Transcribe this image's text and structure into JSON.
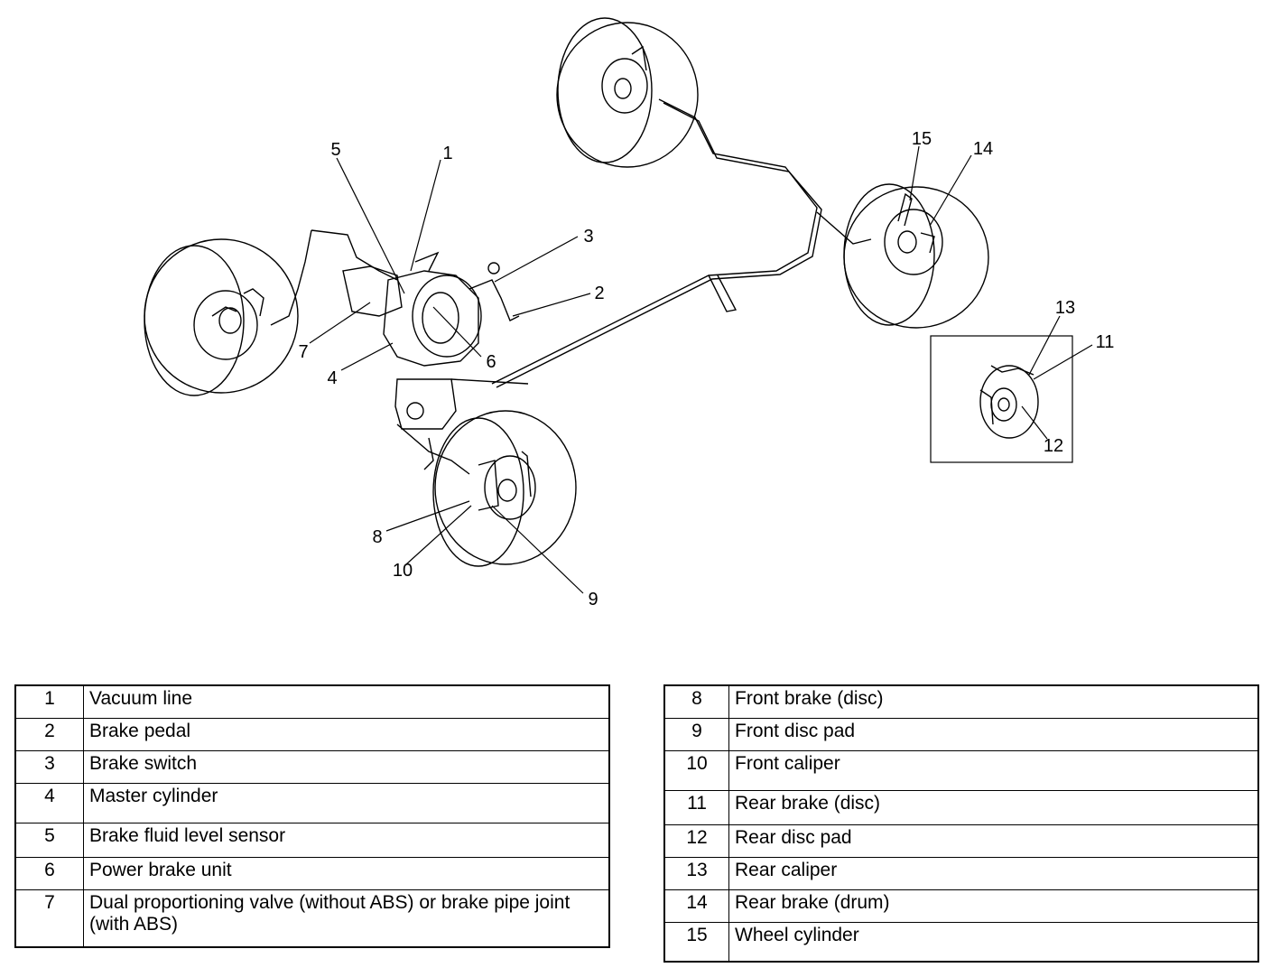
{
  "callouts": [
    {
      "id": "1",
      "text": "1"
    },
    {
      "id": "2",
      "text": "2"
    },
    {
      "id": "3",
      "text": "3"
    },
    {
      "id": "4",
      "text": "4"
    },
    {
      "id": "5",
      "text": "5"
    },
    {
      "id": "6",
      "text": "6"
    },
    {
      "id": "7",
      "text": "7"
    },
    {
      "id": "8",
      "text": "8"
    },
    {
      "id": "9",
      "text": "9"
    },
    {
      "id": "10",
      "text": "10"
    },
    {
      "id": "11",
      "text": "11"
    },
    {
      "id": "12",
      "text": "12"
    },
    {
      "id": "13",
      "text": "13"
    },
    {
      "id": "14",
      "text": "14"
    },
    {
      "id": "15",
      "text": "15"
    }
  ],
  "legend_left": [
    {
      "num": "1",
      "label": "Vacuum line"
    },
    {
      "num": "2",
      "label": "Brake pedal"
    },
    {
      "num": "3",
      "label": "Brake switch"
    },
    {
      "num": "4",
      "label": "Master cylinder"
    },
    {
      "num": "5",
      "label": "Brake fluid level sensor"
    },
    {
      "num": "6",
      "label": "Power brake unit"
    },
    {
      "num": "7",
      "label": "Dual proportioning valve (without ABS) or brake pipe joint (with ABS)"
    }
  ],
  "legend_right": [
    {
      "num": "8",
      "label": "Front brake (disc)"
    },
    {
      "num": "9",
      "label": "Front disc pad"
    },
    {
      "num": "10",
      "label": "Front caliper"
    },
    {
      "num": "11",
      "label": "Rear brake (disc)"
    },
    {
      "num": "12",
      "label": "Rear disc pad"
    },
    {
      "num": "13",
      "label": "Rear caliper"
    },
    {
      "num": "14",
      "label": "Rear brake (drum)"
    },
    {
      "num": "15",
      "label": "Wheel cylinder"
    }
  ]
}
